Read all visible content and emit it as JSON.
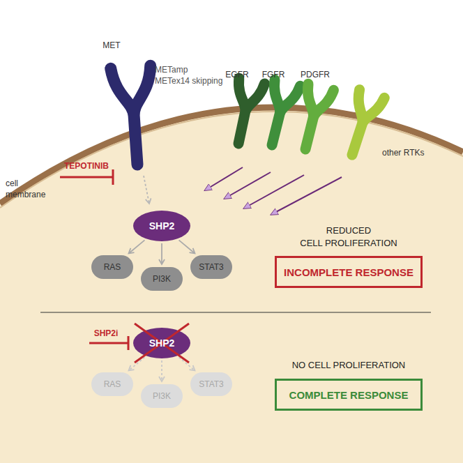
{
  "diagram": {
    "nodes": [
      {
        "text": [
          "SHP2"
        ]
      },
      {
        "text": [
          "RAS"
        ]
      },
      {
        "text": [
          "PI3K"
        ]
      },
      {
        "text": [
          "STAT3"
        ]
      },
      {
        "text": [
          "INCOMPLETE RESPONSE"
        ]
      },
      {
        "text": [
          "SHP2"
        ]
      },
      {
        "text": [
          "RAS"
        ]
      },
      {
        "text": [
          "PI3K"
        ]
      },
      {
        "text": [
          "STAT3"
        ]
      },
      {
        "text": [
          "COMPLETE RESPONSE"
        ]
      }
    ],
    "edges": [
      {
        "from": 0,
        "to": 1,
        "arrow": "to"
      },
      {
        "from": 0,
        "to": 2,
        "arrow": "to"
      },
      {
        "from": 0,
        "to": 3,
        "arrow": "to"
      },
      {
        "from": 5,
        "to": 6,
        "arrow": "to"
      },
      {
        "from": 5,
        "to": 7,
        "arrow": "to"
      },
      {
        "from": 5,
        "to": 8,
        "arrow": "to"
      }
    ],
    "labels": [
      "MET",
      "METamp",
      "METex14 skipping",
      "EGFR",
      "FGFR",
      "PDGFR",
      "other RTKs",
      "TEPOTINIB",
      "cell",
      "membrane",
      "REDUCED",
      "CELL PROLIFERATION",
      "NO CELL PROLIFERATION",
      "SHP2i"
    ]
  }
}
